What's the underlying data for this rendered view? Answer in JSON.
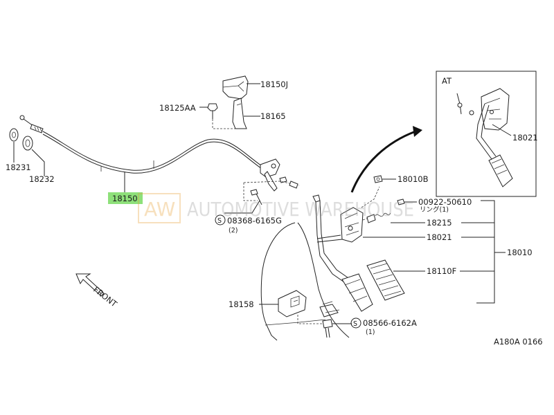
{
  "diagram_code": "A180A 0166",
  "inset_label": "AT",
  "watermark": {
    "logo": "AW",
    "text": "AUTOMOTIVE WAREHOUSE"
  },
  "front_label": "FRONT",
  "highlight_color": "#8ee07a",
  "parts": {
    "p18150J": "18150J",
    "p18125AA": "18125AA",
    "p18165": "18165",
    "p18231": "18231",
    "p18232": "18232",
    "p18150": "18150",
    "p08368": "08368-6165G",
    "p08368_qty": "(2)",
    "p18010B": "18010B",
    "p00922": "00922-50610",
    "p00922_sub": "リング(1)",
    "p18215": "18215",
    "p18021": "18021",
    "p18021_at": "18021",
    "p18010": "18010",
    "p18110F": "18110F",
    "p18158": "18158",
    "p08566": "08566-6162A",
    "p08566_qty": "(1)"
  }
}
